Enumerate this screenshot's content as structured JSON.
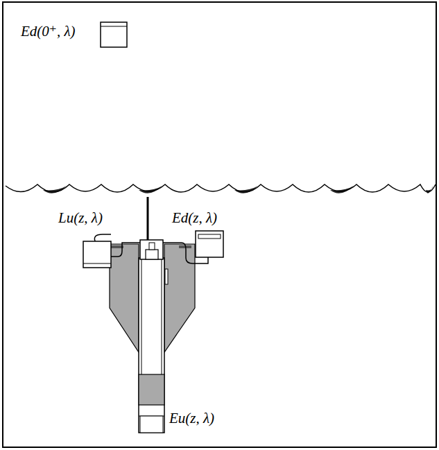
{
  "diagram": {
    "labels": [
      "Ed(0⁺, λ)",
      "Lu(z, λ)",
      "Ed(z, λ)",
      "Eu(z, λ)"
    ]
  }
}
